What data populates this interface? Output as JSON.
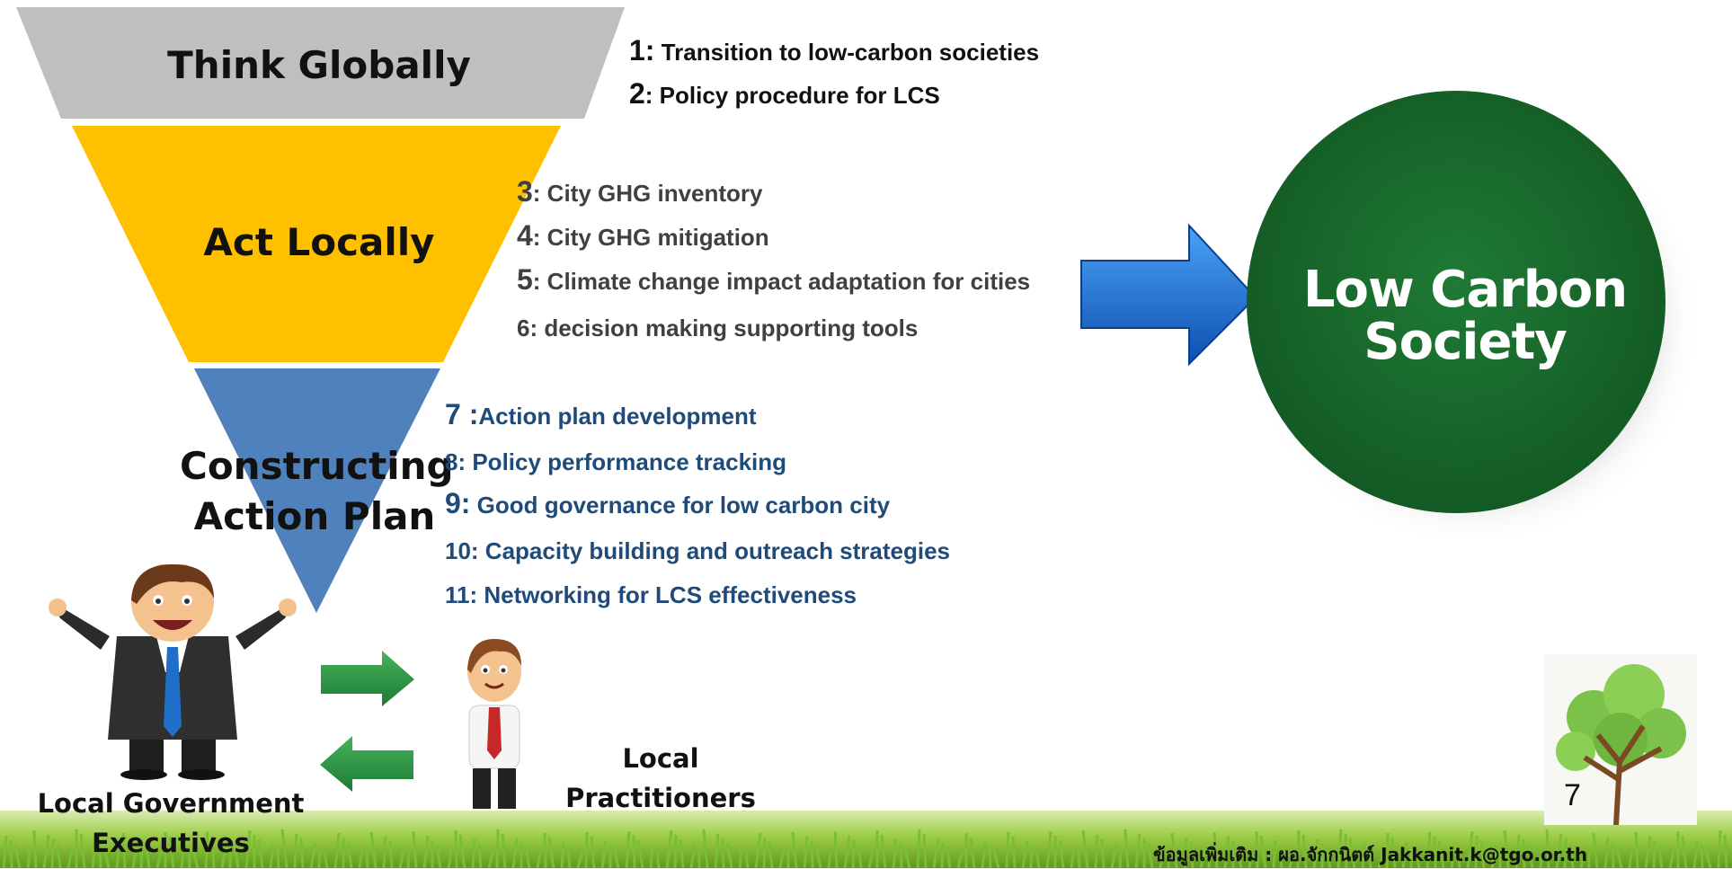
{
  "funnel": {
    "layers": [
      {
        "label": "Think Globally",
        "color": "#bfbfbf"
      },
      {
        "label": "Act Locally",
        "color": "#ffc000"
      },
      {
        "label_lines": [
          "Constructing",
          "Action Plan"
        ],
        "color": "#4f81bd"
      }
    ]
  },
  "steps": {
    "global": [
      {
        "num": "1:",
        "text": " Transition to low-carbon societies"
      },
      {
        "num": "2",
        "text": ": Policy procedure for LCS"
      }
    ],
    "local": [
      {
        "num": "3",
        "text": ": City GHG inventory"
      },
      {
        "num": "4",
        "text": ": City GHG mitigation"
      },
      {
        "num": "5",
        "text": ": Climate change impact adaptation for cities"
      },
      {
        "num": "",
        "text": "6: decision making supporting tools"
      }
    ],
    "action": [
      {
        "num": "7 :",
        "text": "Action plan development"
      },
      {
        "num": "",
        "text": "8: Policy performance tracking"
      },
      {
        "num": "9:",
        "text": " Good governance for low carbon city"
      },
      {
        "num": "",
        "text": "10: Capacity building and outreach strategies"
      },
      {
        "num": "",
        "text": "11: Networking for LCS effectiveness"
      }
    ]
  },
  "goal": {
    "lines": [
      "Low Carbon",
      "Society"
    ],
    "color": "#1b6b2e",
    "arrow_color": "#1e6fd9"
  },
  "actors": {
    "executives_lines": [
      "Local Government",
      "Executives"
    ],
    "practitioners_lines": [
      "Local",
      "Practitioners"
    ],
    "arrow_color": "#2e9a46"
  },
  "footer": {
    "contact": "ข้อมูลเพิ่มเติม : ผอ.จักกนิตต์  Jakkanit.k@tgo.or.th",
    "page_number": "7"
  },
  "icons": [
    "person-executive-icon",
    "person-practitioner-icon",
    "tree-icon",
    "grass-decoration"
  ]
}
